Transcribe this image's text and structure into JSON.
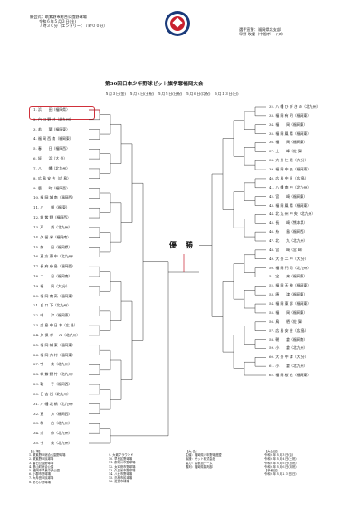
{
  "header_left": [
    "開会式：筑紫野市総合公園野球場",
    "令和６年５月３日(金)",
    "７時３０分（エントリー：７時００分）"
  ],
  "header_right": [
    "選手宣誓：福岡県北支部",
    "早野 吹優（中間ボーイズ）"
  ],
  "title": "第36回日本少年野球ゼット旗争奪福岡大会",
  "dates": "５月３日(金)　５月４日(土祝)　５月５日(日祝)　５月６日(月祝)　５月１３日(日)",
  "final_label": "優　勝",
  "left_teams": [
    "1. 浜　　田（福岡県）",
    "2. 白 口 野 村（北九州）",
    "3. 若　　葉（福岡東）",
    "4. 福 岡 西 南（福岡東）",
    "5. 春　　日（福岡西）",
    "6. 姪　　浜（大 分）",
    "7. 八　　幡（北九州）",
    "8. 広 島 安 佐（広 島）",
    "9. 鹿　　町（福岡西）",
    "10. 福 岡 城 南（福岡西）",
    "11. 八　　幡（福 東）",
    "12. 筑 紫 野（福岡西）",
    "13. 戸　　畑（北九州）",
    "14. 久 留 米（福岡南）",
    "15. 前　　田（福岡県）",
    "16. 直 方 東 中（北九州）",
    "17. 長 府 糸 島（福岡西）",
    "18. 二　　日（福岡南）",
    "19. 福　　岡（大 分）",
    "20. 福 岡 南 高（福岡東）",
    "21. 自 口 下（北九州）",
    "22. 中　　津（福岡東）",
    "23. 広 島 中 日 本（広 島）",
    "24. 久 保 ボ ー ル（北九州）",
    "25. 福 岡 城 東（福岡東）",
    "26. 福 岡 大 村（福岡東）",
    "27. 宇　　美（北九州）",
    "28. 筑 紫 野 竹（北九州）",
    "29. 鞍　　手（福岡西）",
    "30. 日 吉 谷（北九州）",
    "31. 八 幡 北 橋（北九州）",
    "32. 直　　方（福岡西）",
    "33. 和　　白（北九州）",
    "34. 宗　　像（北九州）",
    "35. 宇　　美（北九州）"
  ],
  "right_teams": [
    "32. 八 幡 ひ び き の（北九州）",
    "33. 福 岡 有 明（福岡東）",
    "34. 福　　岡（福岡東）",
    "35. 福 岡 鳳 陽（福岡東）",
    "36. 福　　岡（福岡東）",
    "37. 上　　峰（佐 賀）",
    "38. 大 分 仁 尾（大 分）",
    "39. 福 岡 中 央（福岡東）",
    "40. 広 島 中 日（広 島）",
    "41. 八 幡 南 中（北九州）",
    "42. 宮　　崎（福岡東）",
    "43. 福 岡 鳳 陽（福岡東）",
    "44. 北 九 州 中 央（北九州）",
    "45. 長　　崎（熊本県）",
    "46. 糸　　島（福岡西）",
    "47. 北　　九（北九州）",
    "48. 宮　　崎（宮 崎）",
    "49. 大 分 二 中（大 分）",
    "50. 福 岡 門 司（北九州）",
    "51. 宝　　来（福岡東）",
    "52. 福 岡 天 神（福岡東）",
    "53. 唐　　津（福岡東）",
    "54. 福 岡 東 部（福岡東）",
    "55. 福　　岡（福岡東）",
    "56. 鳥　　栖（佐 賀）",
    "57. 広 島 安 芸（広 島）",
    "58. 朝　　倉（福岡南）",
    "59. 小　　倉（北九州）",
    "60. 大 分 中 津（大 分）",
    "61. 小　　倉（北九州）",
    "62. 福 岡 桜 花（福岡東）"
  ],
  "footer": {
    "col1": [
      "【会 場】",
      "1. 筑紫野市総合公園野球場",
      "2. 筑紫野市民球場",
      "3. 春日公園野球場",
      "4. 基山町総合公園",
      "5. 福岡市早良中央公園",
      "6. 小郡市野球場",
      "7. 大牟田市民球場",
      "8. あらい野球場"
    ],
    "col2": [
      "9. 大城グラウンド",
      "10. 早良区野球場",
      "11. 那珂川市野球場",
      "12. 太宰府市野球場",
      "13. 久留米市野球場",
      "14. 八女市野球場",
      "15. 鳥栖市民球場",
      "16. 佐賀市球場"
    ],
    "col3": [
      "【大 会】",
      "主催：福岡県少年野球連盟",
      "後援：ゼット株式会社",
      "協力：各参加チーム",
      "審判：福岡県審判部"
    ],
    "col4": [
      "【大会日】",
      "令和６年５月３日(金)",
      "令和６年５月４日(土祝)",
      "令和６年５月５日(日祝)",
      "令和６年５月６日(月祝)",
      "【予備日】",
      "令和６年５月１３日(日)"
    ]
  }
}
